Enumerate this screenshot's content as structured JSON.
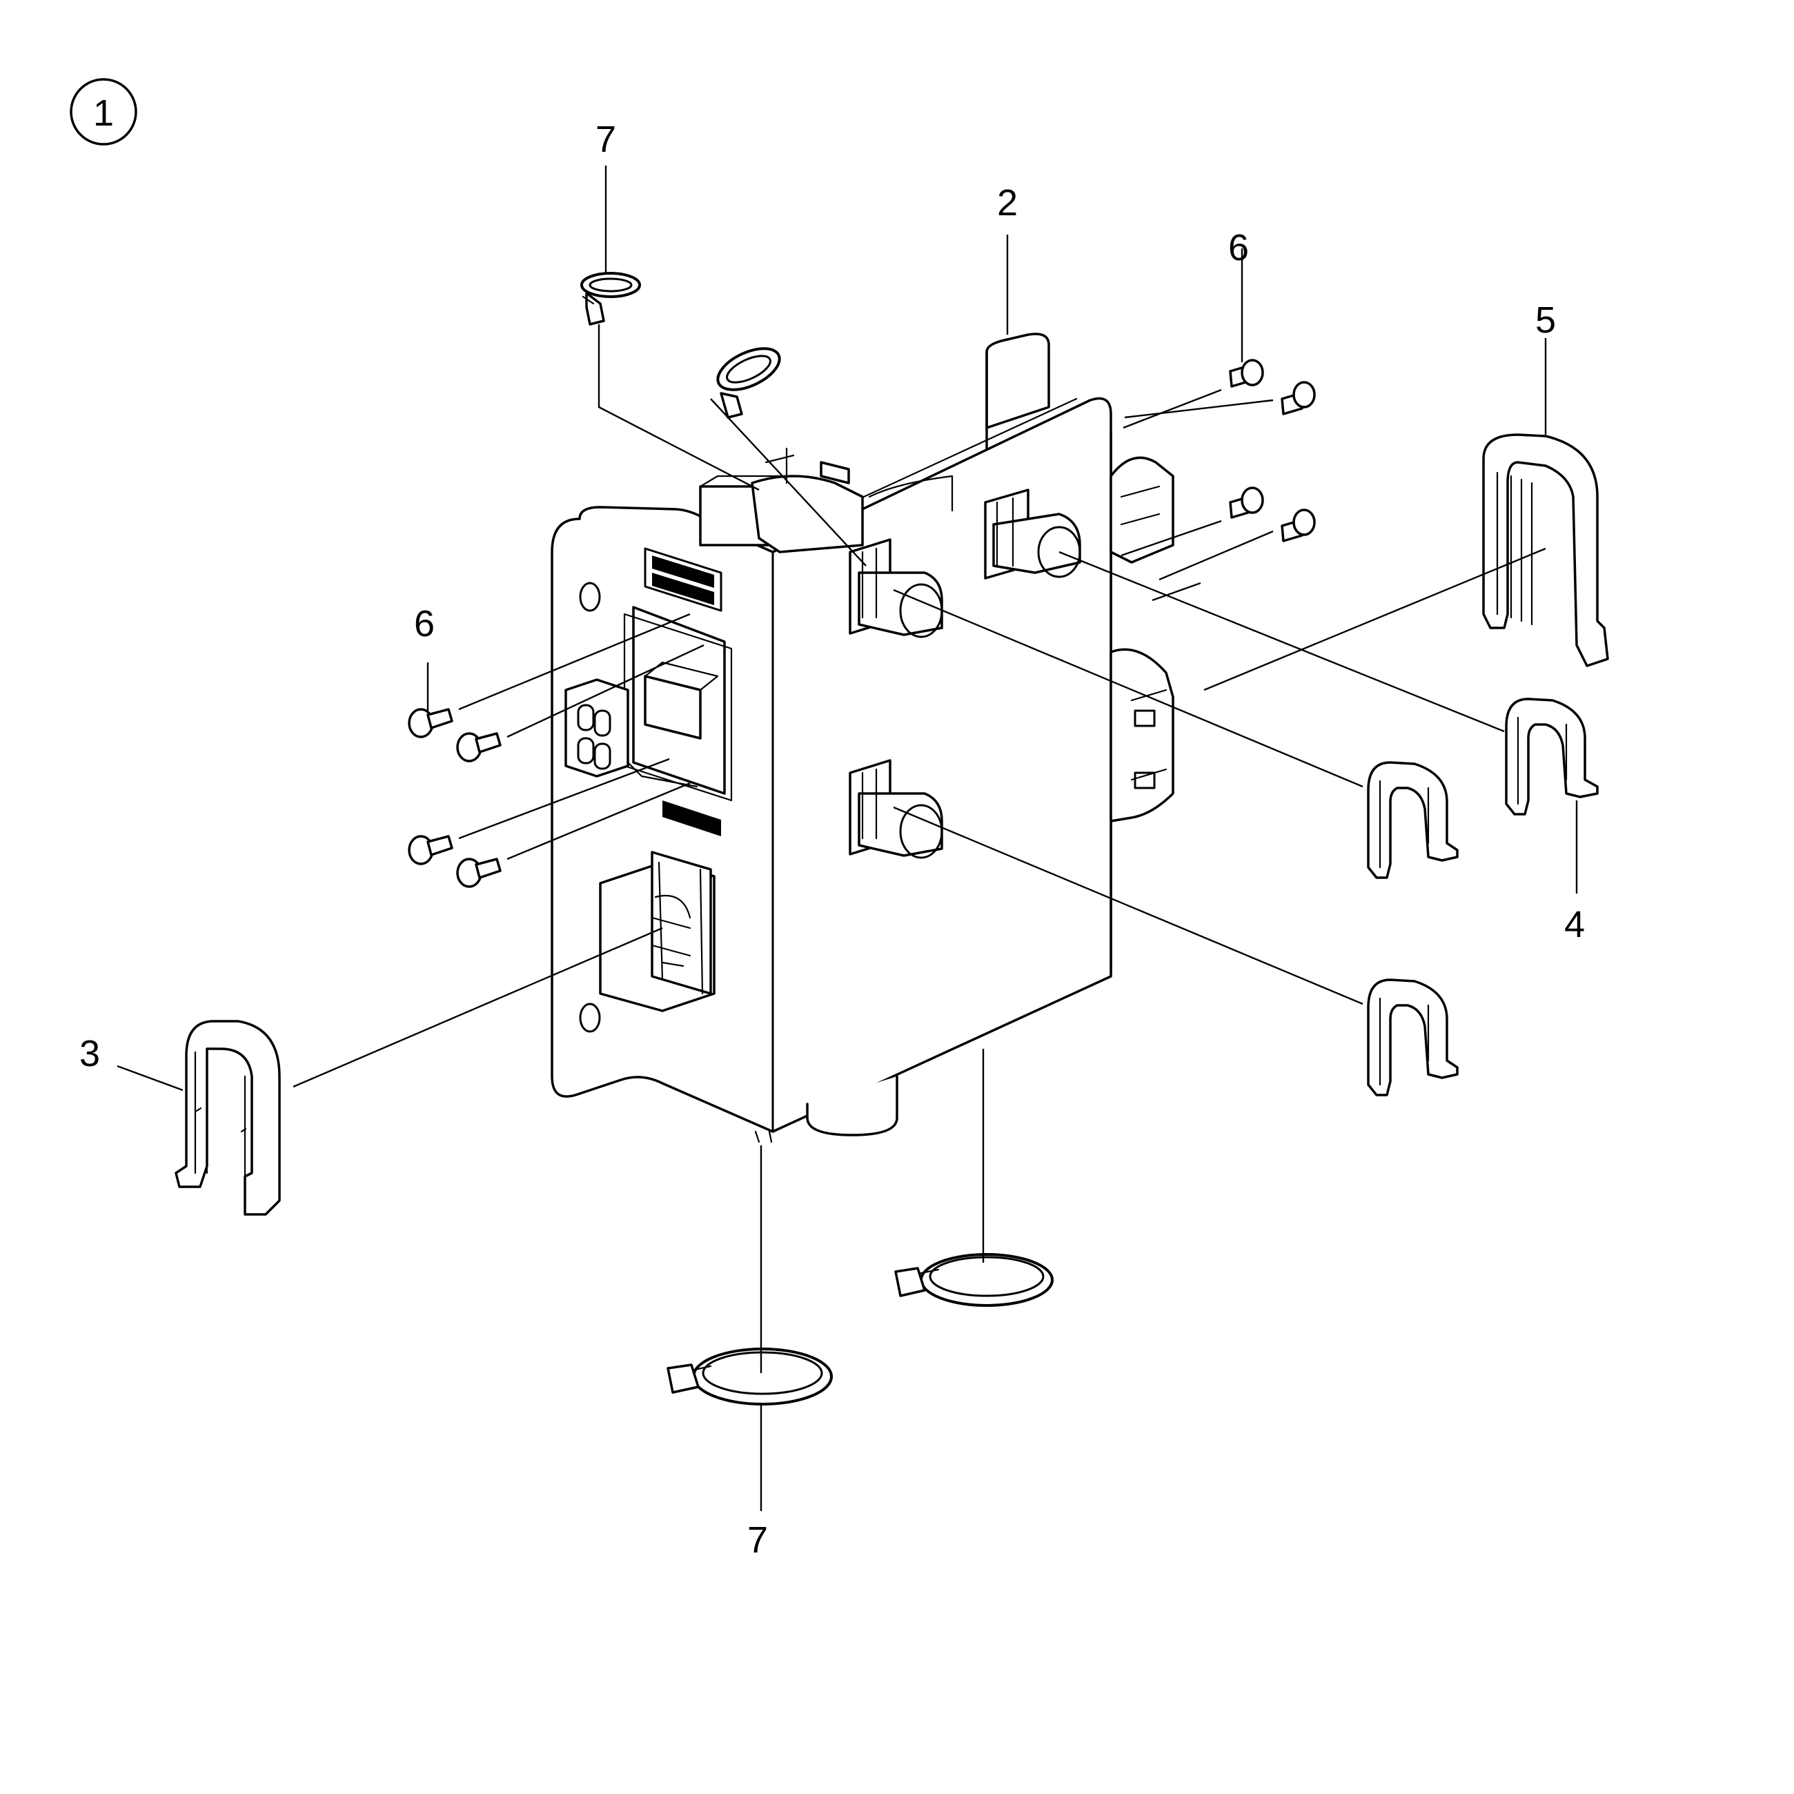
{
  "view_number": "1",
  "callouts": [
    {
      "id": "c7-top",
      "text": "7"
    },
    {
      "id": "c2",
      "text": "2"
    },
    {
      "id": "c6-right",
      "text": "6"
    },
    {
      "id": "c5",
      "text": "5"
    },
    {
      "id": "c6-left",
      "text": "6"
    },
    {
      "id": "c4",
      "text": "4"
    },
    {
      "id": "c3",
      "text": "3"
    },
    {
      "id": "c7-bottom",
      "text": "7"
    }
  ]
}
